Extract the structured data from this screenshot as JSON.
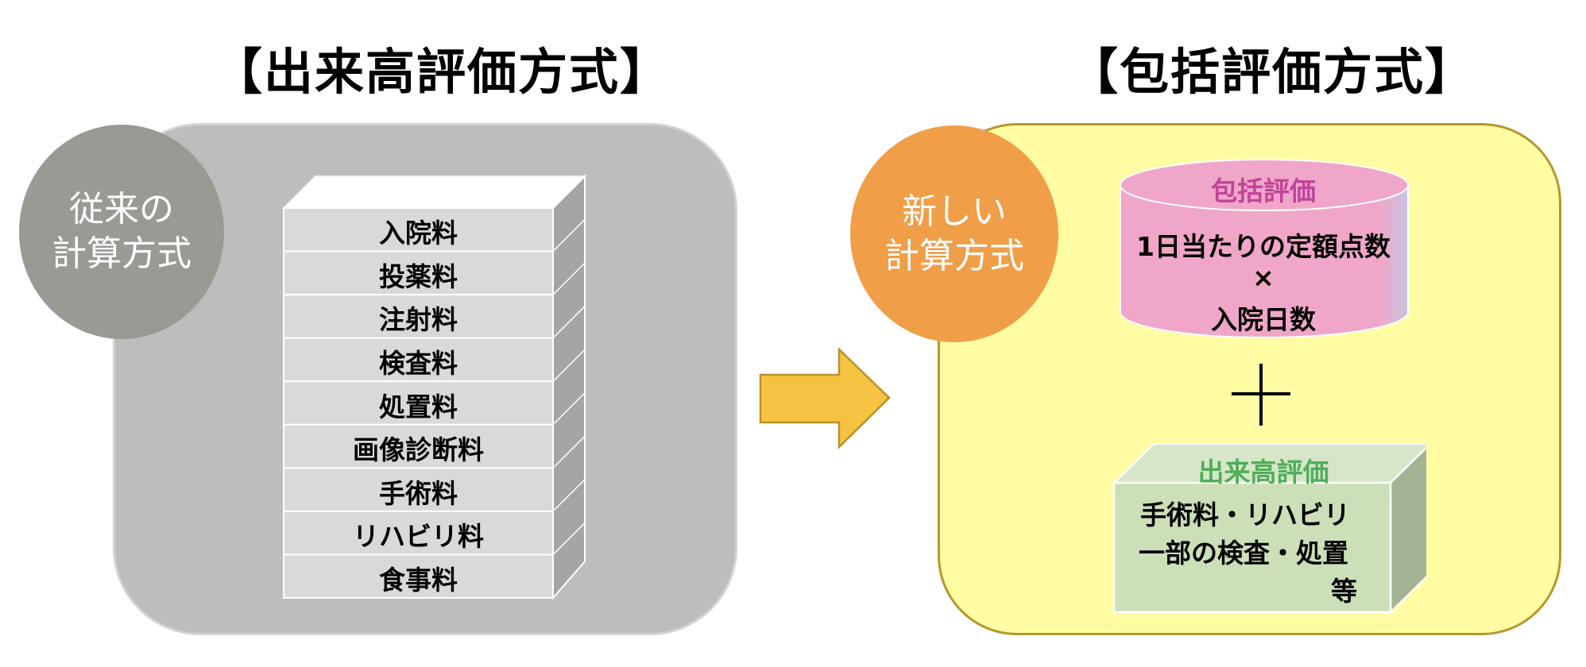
{
  "headings": {
    "left": "【出来高評価方式】",
    "right": "【包括評価方式】"
  },
  "left_panel": {
    "badge_lines": [
      "従来の",
      "計算方式"
    ],
    "stack_items": [
      "入院料",
      "投薬料",
      "注射料",
      "検査料",
      "処置料",
      "画像診断料",
      "手術料",
      "リハビリ料",
      "食事料"
    ]
  },
  "arrow": {
    "icon": "right-arrow-icon"
  },
  "right_panel": {
    "badge_lines": [
      "新しい",
      "計算方式"
    ],
    "cylinder": {
      "title": "包括評価",
      "lines": [
        "1日当たりの定額点数",
        "×",
        "入院日数"
      ]
    },
    "plus": "＋",
    "box": {
      "title": "出来高評価",
      "lines": [
        "手術料・リハビリ",
        "一部の検査・処置",
        "等"
      ]
    }
  },
  "colors": {
    "left_panel_bg": "#bdbdbd",
    "left_badge": "#979b93",
    "stack_front": "#d9d9d9",
    "stack_side": "#a5a5a5",
    "arrow": "#f5c242",
    "right_panel_bg": "#fffca4",
    "right_panel_border": "#b8962c",
    "right_badge": "#f09e48",
    "cylinder": "#f0a6c8",
    "cylinder_title": "#c0449a",
    "box_front": "#cddfb8",
    "box_top": "#d7e5c9",
    "box_side": "#a4b394",
    "box_title": "#4fae5a"
  }
}
